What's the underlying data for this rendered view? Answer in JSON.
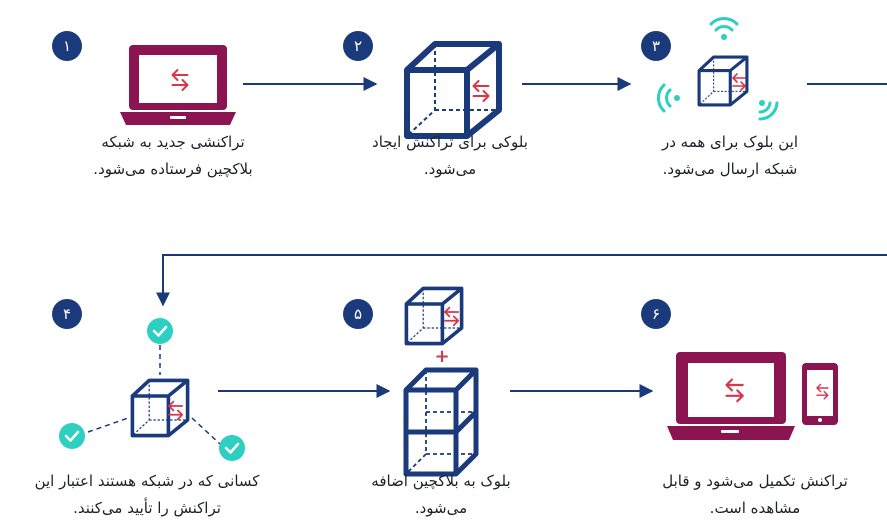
{
  "colors": {
    "navy": "#1a3a7c",
    "crimson": "#8a1550",
    "red": "#d8364b",
    "teal": "#2ccfc0",
    "text": "#1e2226"
  },
  "steps": [
    {
      "number": "۱",
      "line1": "تراکنشی جدید به شبکه",
      "line2": "بلاکچین فرستاده می‌شود.",
      "icon": "laptop-icon"
    },
    {
      "number": "۲",
      "line1": "بلوکی برای تراکنش ایجاد",
      "line2": "می‌شود.",
      "icon": "cube-icon"
    },
    {
      "number": "۳",
      "line1": "این بلوک برای همه در",
      "line2": "شبکه ارسال می‌شود.",
      "icon": "broadcast-cube-icon"
    },
    {
      "number": "۴",
      "line1": "کسانی که در شبکه هستند اعتبار این",
      "line2": "تراکنش را تأیید می‌کنند.",
      "icon": "validated-cube-icon"
    },
    {
      "number": "۵",
      "line1": "بلوک به بلاکچین اضافه",
      "line2": "می‌شود.",
      "icon": "stacked-blocks-icon"
    },
    {
      "number": "۶",
      "line1": "تراکنش تکمیل می‌شود و قابل",
      "line2": "مشاهده است.",
      "icon": "laptop-phone-icon"
    }
  ],
  "plus_sign": "+"
}
